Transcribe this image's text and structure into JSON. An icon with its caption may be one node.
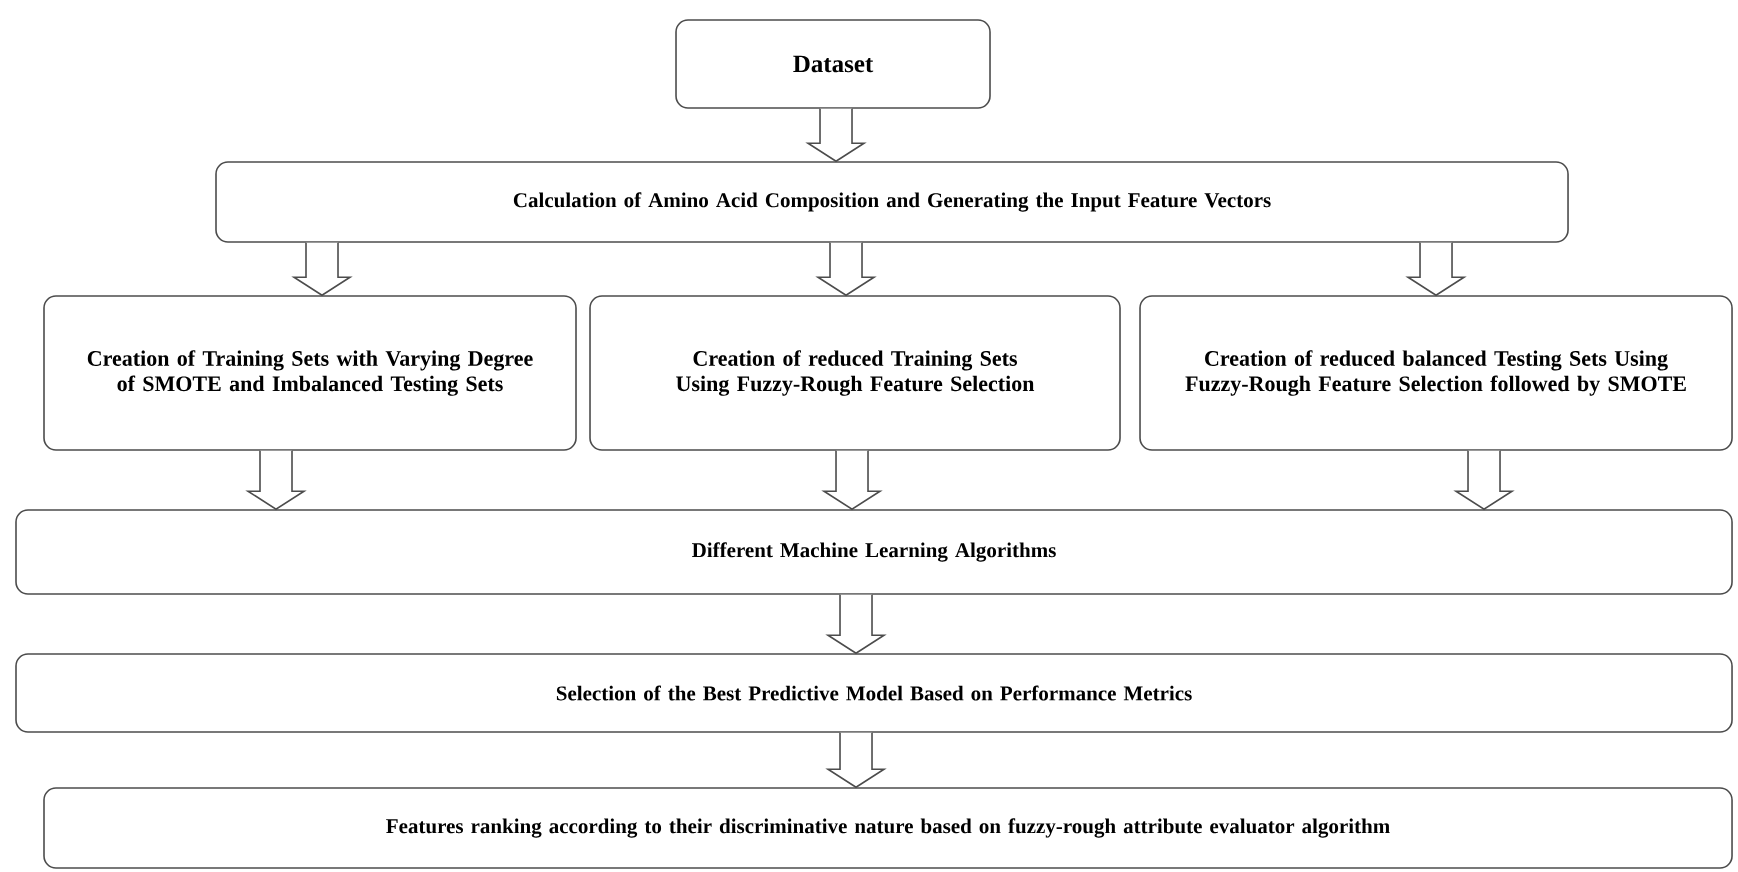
{
  "diagram": {
    "nodes": [
      {
        "text": [
          "Dataset"
        ]
      },
      {
        "text": [
          "Calculation of Amino Acid Composition and Generating the Input Feature Vectors"
        ]
      },
      {
        "text": [
          "Creation of Training Sets with Varying Degree of SMOTE and Imbalanced Testing Sets"
        ]
      },
      {
        "text": [
          "Creation of reduced Training Sets Using Fuzzy-Rough Feature Selection"
        ]
      },
      {
        "text": [
          "Creation of reduced balanced Testing Sets Using Fuzzy-Rough Feature Selection followed by SMOTE"
        ]
      },
      {
        "text": [
          "Different Machine Learning Algorithms"
        ]
      },
      {
        "text": [
          "Selection of the Best Predictive Model Based on Performance Metrics"
        ]
      },
      {
        "text": [
          "Features ranking according to their discriminative nature based on fuzzy-rough attribute evaluator algorithm"
        ]
      }
    ],
    "edges": [
      {
        "from": 0,
        "to": 1,
        "arrow": "to"
      },
      {
        "from": 1,
        "to": 2,
        "arrow": "to"
      },
      {
        "from": 1,
        "to": 3,
        "arrow": "to"
      },
      {
        "from": 1,
        "to": 4,
        "arrow": "to"
      },
      {
        "from": 2,
        "to": 5,
        "arrow": "to"
      },
      {
        "from": 3,
        "to": 5,
        "arrow": "to"
      },
      {
        "from": 4,
        "to": 5,
        "arrow": "to"
      },
      {
        "from": 5,
        "to": 6,
        "arrow": "to"
      },
      {
        "from": 6,
        "to": 7,
        "arrow": "to"
      }
    ]
  }
}
